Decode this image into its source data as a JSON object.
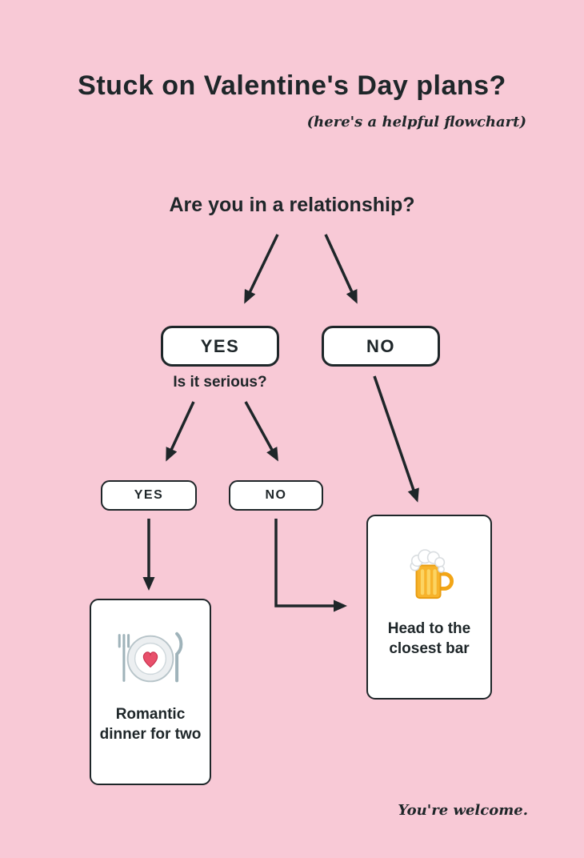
{
  "poster": {
    "title": "Stuck on Valentine's Day plans?",
    "subtitle": "(here's a helpful flowchart)",
    "footer": "You're welcome."
  },
  "flow": {
    "root_question": "Are you in a relationship?",
    "branch_yes": "YES",
    "branch_no": "NO",
    "followup_question": "Is it serious?",
    "serious_yes": "YES",
    "serious_no": "NO",
    "outcome_dinner": "Romantic dinner for two",
    "outcome_bar": "Head to the closest bar"
  },
  "icons": {
    "dinner": "romantic-dinner-plate-icon",
    "bar": "beer-mug-icon"
  },
  "colors": {
    "background": "#f8c9d6",
    "text": "#1e2629",
    "node_background": "#ffffff",
    "node_border": "#1e2629",
    "beer": "#f7b32b",
    "foam": "#ffffff",
    "heart": "#e8506b",
    "cutlery": "#9fb3ba"
  }
}
